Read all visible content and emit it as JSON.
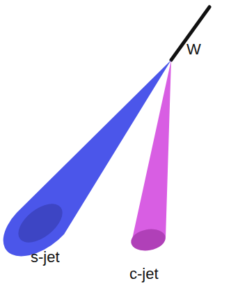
{
  "diagram": {
    "labels": [
      "W",
      "s-jet",
      "c-jet"
    ]
  }
}
